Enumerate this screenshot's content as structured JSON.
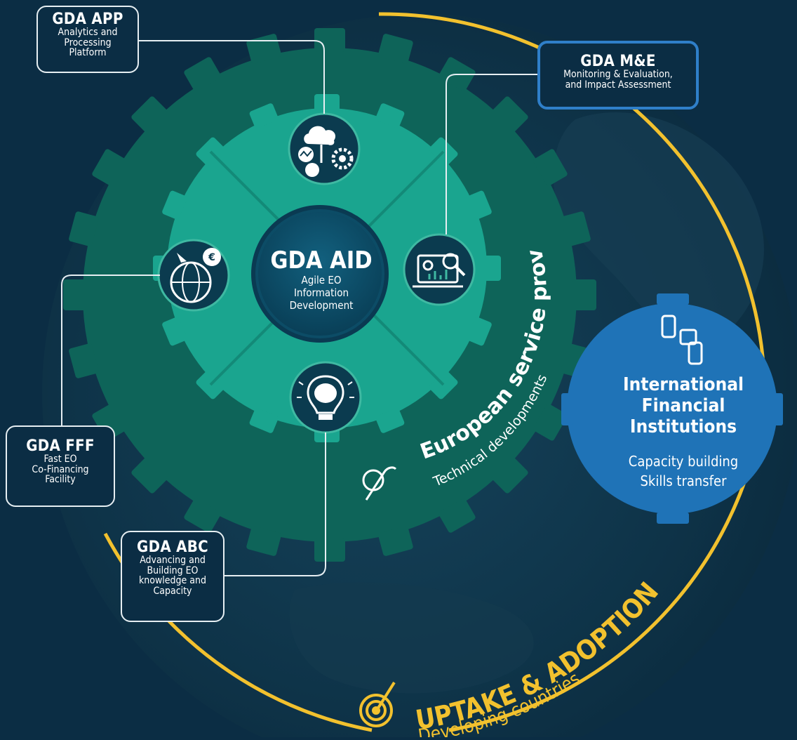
{
  "center": {
    "title": "GDA AID",
    "line1": "Agile EO",
    "line2": "Information",
    "line3": "Development"
  },
  "boxes": {
    "app": {
      "title": "GDA APP",
      "lines": [
        "Analytics and",
        "Processing",
        "Platform"
      ]
    },
    "me": {
      "title": "GDA M&E",
      "lines": [
        "Monitoring & Evaluation,",
        "and Impact Assessment"
      ]
    },
    "fff": {
      "title": "GDA FFF",
      "lines": [
        "Fast EO",
        "Co-Financing",
        "Facility"
      ]
    },
    "abc": {
      "title": "GDA ABC",
      "lines": [
        "Advancing and",
        "Building EO",
        "knowledge and",
        "Capacity"
      ]
    }
  },
  "providers": {
    "title": "European service providers",
    "subtitle": "Technical developments"
  },
  "ifi": {
    "title1": "International",
    "title2": "Financial",
    "title3": "Institutions",
    "line1": "Capacity building",
    "line2": "Skills transfer"
  },
  "uptake": {
    "title": "UPTAKE & ADOPTION",
    "subtitle": "Developing countries"
  },
  "colors": {
    "background": "#0b2d44",
    "outer_gear": "#0e6459",
    "inner_gear": "#1aa58f",
    "center_disc": "#0d4f6a",
    "ifi_gear": "#1f73b7",
    "ring": "#f2c12e",
    "highlight_border": "#2f7fc9"
  }
}
